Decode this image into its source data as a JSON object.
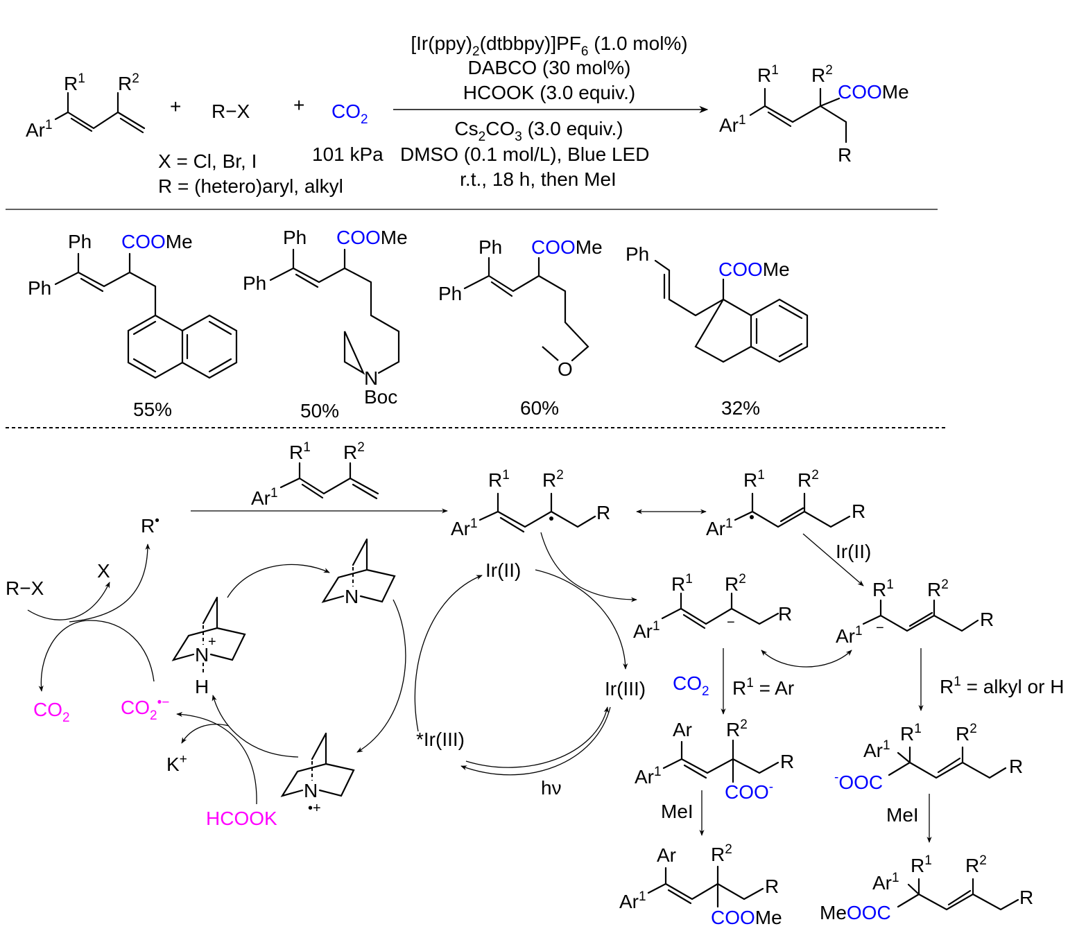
{
  "colors": {
    "co2_blue": "#0000ff",
    "reagent_magenta": "#ff00ff"
  },
  "reaction": {
    "diene": {
      "ar": "Ar^{1}",
      "r1": "R^{1}",
      "r2": "R^{2}"
    },
    "plus": "+",
    "halide": "R−X",
    "co2": "CO_{2}",
    "x_note": "X = Cl, Br, I",
    "r_note": "R = (hetero)aryl, alkyl",
    "pressure": "101 kPa",
    "above_arrow": [
      "[Ir(ppy)_{2}(dtbbpy)]PF_{6} (1.0 mol%)",
      "DABCO (30 mol%)",
      "HCOOK (3.0 equiv.)"
    ],
    "below_arrow": [
      "Cs_{2}CO_{3} (3.0 equiv.)",
      "DMSO (0.1 mol/L), Blue LED",
      "r.t., 18 h, then MeI"
    ],
    "product": {
      "ar": "Ar^{1}",
      "r1": "R^{1}",
      "r2": "R^{2}",
      "ester_blue": "COO",
      "ester_black": "Me",
      "r": "R"
    }
  },
  "examples": [
    {
      "ph_top": "Ph",
      "ph_left": "Ph",
      "ester_blue": "COO",
      "ester_black": "Me",
      "yield": "55%"
    },
    {
      "ph_top": "Ph",
      "ph_left": "Ph",
      "ester_blue": "COO",
      "ester_black": "Me",
      "n": "N",
      "boc": "Boc",
      "yield": "50%"
    },
    {
      "ph_top": "Ph",
      "ph_left": "Ph",
      "ester_blue": "COO",
      "ester_black": "Me",
      "o": "O",
      "yield": "60%"
    },
    {
      "ph": "Ph",
      "ester_blue": "COO",
      "ester_black": "Me",
      "yield": "32%"
    }
  ],
  "mechanism": {
    "diene": {
      "ar": "Ar^{1}",
      "r1": "R^{1}",
      "r2": "R^{2}"
    },
    "radical": "R^{•}",
    "halide": "R−X",
    "x": "X",
    "co2": "CO_{2}",
    "co2_radical_anion": "CO_{2}^{•−}",
    "k_ion": "K^{+}",
    "hcook": "HCOOK",
    "n": "N",
    "h": "H",
    "plus": "+",
    "radical_cation": "•+",
    "ir2": "Ir(II)",
    "ir3": "Ir(III)",
    "ir3_excited": "*Ir(III)",
    "hv": "hν",
    "radical1": {
      "ar": "Ar^{1}",
      "r1": "R^{1}",
      "r2": "R^{2}",
      "r": "R"
    },
    "radical2": {
      "ar": "Ar^{1}",
      "r1": "R^{1}",
      "r2": "R^{2}",
      "r": "R"
    },
    "reduction_label": "Ir(II)",
    "anion1": {
      "ar": "Ar^{1}",
      "r1": "R^{1}",
      "r2": "R^{2}",
      "r": "R",
      "minus": "−"
    },
    "anion2": {
      "ar": "Ar^{1}",
      "r1": "R^{1}",
      "r2": "R^{2}",
      "r": "R",
      "minus": "−"
    },
    "co2_step": "CO_{2}",
    "cond_aryl": "R^{1} = Ar",
    "cond_alkyl": "R^{1} = alkyl or H",
    "carboxylate1": {
      "ar_top": "Ar",
      "ar": "Ar^{1}",
      "r2": "R^{2}",
      "r": "R",
      "coo": "COO^{-}"
    },
    "carboxylate2": {
      "ar": "Ar^{1}",
      "r1": "R^{1}",
      "r2": "R^{2}",
      "r": "R",
      "coo": "^{-}OOC"
    },
    "mei": "MeI",
    "ester1": {
      "ar_top": "Ar",
      "ar": "Ar^{1}",
      "r2": "R^{2}",
      "r": "R",
      "ester_blue": "COO",
      "ester_black": "Me"
    },
    "ester2": {
      "ar": "Ar^{1}",
      "r1": "R^{1}",
      "r2": "R^{2}",
      "r": "R",
      "ester_black": "Me",
      "ester_blue": "OOC"
    }
  }
}
